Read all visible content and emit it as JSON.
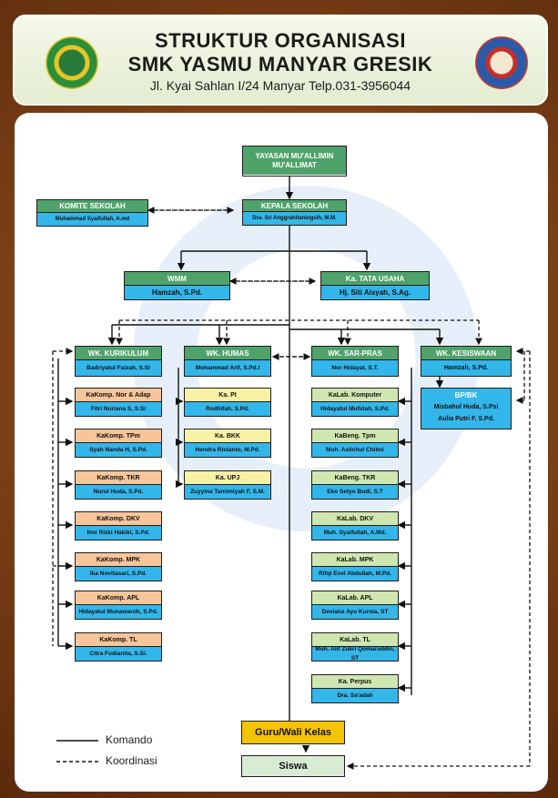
{
  "header": {
    "title1": "STRUKTUR ORGANISASI",
    "title2": "SMK YASMU MANYAR GRESIK",
    "address": "Jl. Kyai Sahlan I/24 Manyar Telp.031-3956044",
    "logo_left": "school-emblem-logo",
    "logo_right": "foundation-emblem-logo"
  },
  "nodes": {
    "yayasan": {
      "title": "YAYASAN MU'ALLIMIN MU'ALLIMAT"
    },
    "komite": {
      "title": "KOMITE SEKOLAH",
      "name": "Muhammad Syaifullah, A.md"
    },
    "kepsek": {
      "title": "KEPALA SEKOLAH",
      "name": "Dra. Sri Anggrahitaningsih, M.M."
    },
    "wmm": {
      "title": "WMM",
      "name": "Hamzah, S.Pd."
    },
    "tu": {
      "title": "Ka. TATA USAHA",
      "name": "Hj. Siti Aisyah, S.Ag."
    },
    "kurikulum": {
      "title": "WK. KURIKULUM",
      "name": "Badriyatul Faizah, S.Si"
    },
    "humas": {
      "title": "WK. HUMAS",
      "name": "Mohammad Arif, S.Pd.I"
    },
    "sarpras": {
      "title": "WK. SAR-PRAS",
      "name": "Nor Hidayat, S.T."
    },
    "kesiswaan": {
      "title": "WK. KESISWAAN",
      "name": "Hamzah, S.Pd."
    },
    "bpbk": {
      "title": "BP/BK",
      "name1": "Misbahul Huda, S.Psi",
      "name2": "Aulia Putri F, S.Pd."
    },
    "guru": {
      "title": "Guru/Wali Kelas"
    },
    "siswa": {
      "title": "Siswa"
    }
  },
  "kurikulum_units": [
    {
      "title": "KaKomp. Nor & Adap",
      "name": "Fitri Nuriana S, S.Si"
    },
    {
      "title": "KaKomp. TPm",
      "name": "Syah Nanda H, S.Pd."
    },
    {
      "title": "KaKomp. TKR",
      "name": "Nurul Huda, S.Pd."
    },
    {
      "title": "KaKomp. DKV",
      "name": "Ilmi Rizki Hakiki, S.Pd."
    },
    {
      "title": "KaKomp. MPK",
      "name": "Ika Novitasari, S.Pd."
    },
    {
      "title": "KaKomp. APL",
      "name": "Hidayatul Munawaroh, S.Pd."
    },
    {
      "title": "KaKomp. TL",
      "name": "Citra Fudianita, S.Si."
    }
  ],
  "humas_units": [
    {
      "title": "Ka. PI",
      "name": "Rodliifah, S.Pd."
    },
    {
      "title": "Ka. BKK",
      "name": "Hendra Ristanto, M.Pd."
    },
    {
      "title": "Ka. UPJ",
      "name": "Zuyyina Tamimiyah F, S.M."
    }
  ],
  "sarpras_units": [
    {
      "title": "KaLab. Komputer",
      "name": "Hidayatul Mufidah, S.Pd."
    },
    {
      "title": "KaBeng. Tpm",
      "name": "Moh. Aslichul Chilmi"
    },
    {
      "title": "KaBeng. TKR",
      "name": "Eko Setyo Budi, S.T"
    },
    {
      "title": "KaLab. DKV",
      "name": "Muh. Syaifullah, A.Md."
    },
    {
      "title": "KaLab. MPK",
      "name": "Rifqi Evel Abdullah, M.Pd."
    },
    {
      "title": "KaLab. APL",
      "name": "Deviana Ayu Kurnia, ST"
    },
    {
      "title": "KaLab. TL",
      "name": "Moh. Alif Zukri Qomaruddin, ST"
    },
    {
      "title": "Ka. Perpus",
      "name": "Dra. Sa'adah"
    }
  ],
  "legend": {
    "solid": "Komando",
    "dashed": "Koordinasi"
  },
  "colors": {
    "green_header": "#4fa36a",
    "blue_name": "#33b6ea",
    "orange": "#f6c59a",
    "yellow": "#f7f1a5",
    "light_green": "#cfe6b0",
    "guru": "#f5c400",
    "siswa": "#d8ecd4"
  }
}
